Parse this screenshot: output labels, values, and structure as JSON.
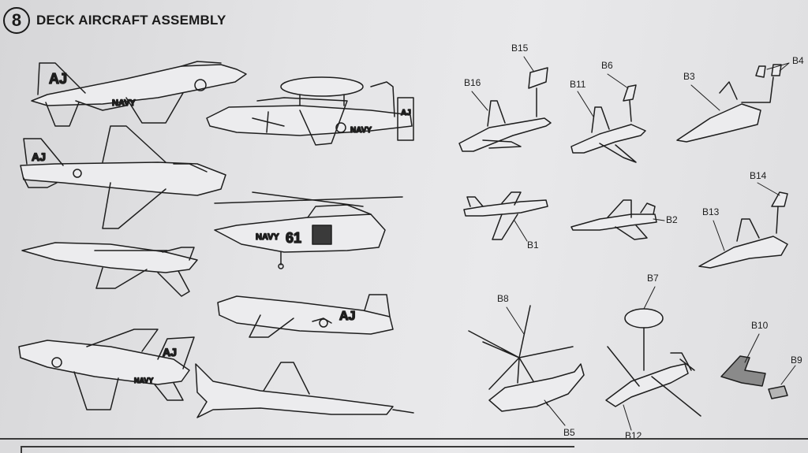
{
  "header": {
    "step_number": "8",
    "title": "DECK AIRCRAFT ASSEMBLY"
  },
  "aircraft_markings": {
    "phantom_tail": "AJ",
    "phantom_body": "NAVY",
    "intruder_tail": "AJ",
    "helicopter_body": "NAVY",
    "helicopter_number": "61",
    "hawkeye_tail": "AJ",
    "hawkeye_body": "NAVY",
    "prowler_tail": "AJ",
    "corsair_tail": "AJ",
    "corsair_body": "NAVY"
  },
  "part_labels": {
    "b15": "B15",
    "b16": "B16",
    "b6": "B6",
    "b11": "B11",
    "b3": "B3",
    "b4": "B4",
    "b14": "B14",
    "b13": "B13",
    "b1": "B1",
    "b2": "B2",
    "b7": "B7",
    "b8": "B8",
    "b10": "B10",
    "b9": "B9",
    "b5": "B5",
    "b12": "B12"
  }
}
